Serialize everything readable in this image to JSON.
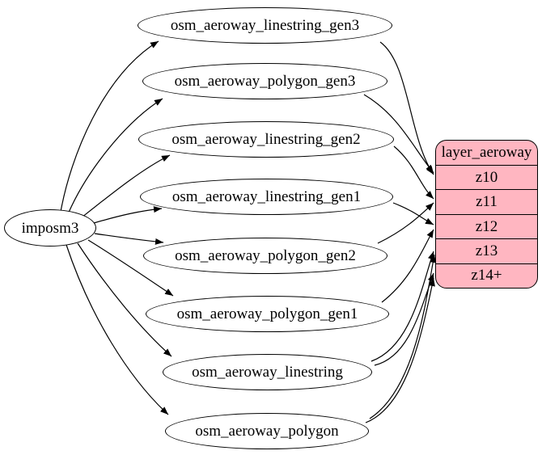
{
  "diagram": {
    "source": {
      "label": "imposm3"
    },
    "tables": [
      {
        "label": "osm_aeroway_linestring_gen3"
      },
      {
        "label": "osm_aeroway_polygon_gen3"
      },
      {
        "label": "osm_aeroway_linestring_gen2"
      },
      {
        "label": "osm_aeroway_linestring_gen1"
      },
      {
        "label": "osm_aeroway_polygon_gen2"
      },
      {
        "label": "osm_aeroway_polygon_gen1"
      },
      {
        "label": "osm_aeroway_linestring"
      },
      {
        "label": "osm_aeroway_polygon"
      }
    ],
    "layer": {
      "title": "layer_aeroway",
      "rows": [
        {
          "label": "z10"
        },
        {
          "label": "z11"
        },
        {
          "label": "z12"
        },
        {
          "label": "z13"
        },
        {
          "label": "z14+"
        }
      ],
      "fill_color": "#ffb6c1",
      "stroke_color": "#000000"
    },
    "edge_color": "#000000",
    "edges": [
      {
        "from": "imposm3",
        "to": "osm_aeroway_linestring_gen3"
      },
      {
        "from": "imposm3",
        "to": "osm_aeroway_polygon_gen3"
      },
      {
        "from": "imposm3",
        "to": "osm_aeroway_linestring_gen2"
      },
      {
        "from": "imposm3",
        "to": "osm_aeroway_linestring_gen1"
      },
      {
        "from": "imposm3",
        "to": "osm_aeroway_polygon_gen2"
      },
      {
        "from": "imposm3",
        "to": "osm_aeroway_polygon_gen1"
      },
      {
        "from": "imposm3",
        "to": "osm_aeroway_linestring"
      },
      {
        "from": "imposm3",
        "to": "osm_aeroway_polygon"
      },
      {
        "from": "osm_aeroway_linestring_gen3",
        "to": "z10"
      },
      {
        "from": "osm_aeroway_polygon_gen3",
        "to": "z10"
      },
      {
        "from": "osm_aeroway_linestring_gen2",
        "to": "z11"
      },
      {
        "from": "osm_aeroway_polygon_gen2",
        "to": "z11"
      },
      {
        "from": "osm_aeroway_linestring_gen1",
        "to": "z12"
      },
      {
        "from": "osm_aeroway_polygon_gen1",
        "to": "z12"
      },
      {
        "from": "osm_aeroway_linestring",
        "to": "z13"
      },
      {
        "from": "osm_aeroway_polygon",
        "to": "z13"
      },
      {
        "from": "osm_aeroway_linestring",
        "to": "z14+"
      },
      {
        "from": "osm_aeroway_polygon",
        "to": "z14+"
      }
    ]
  }
}
